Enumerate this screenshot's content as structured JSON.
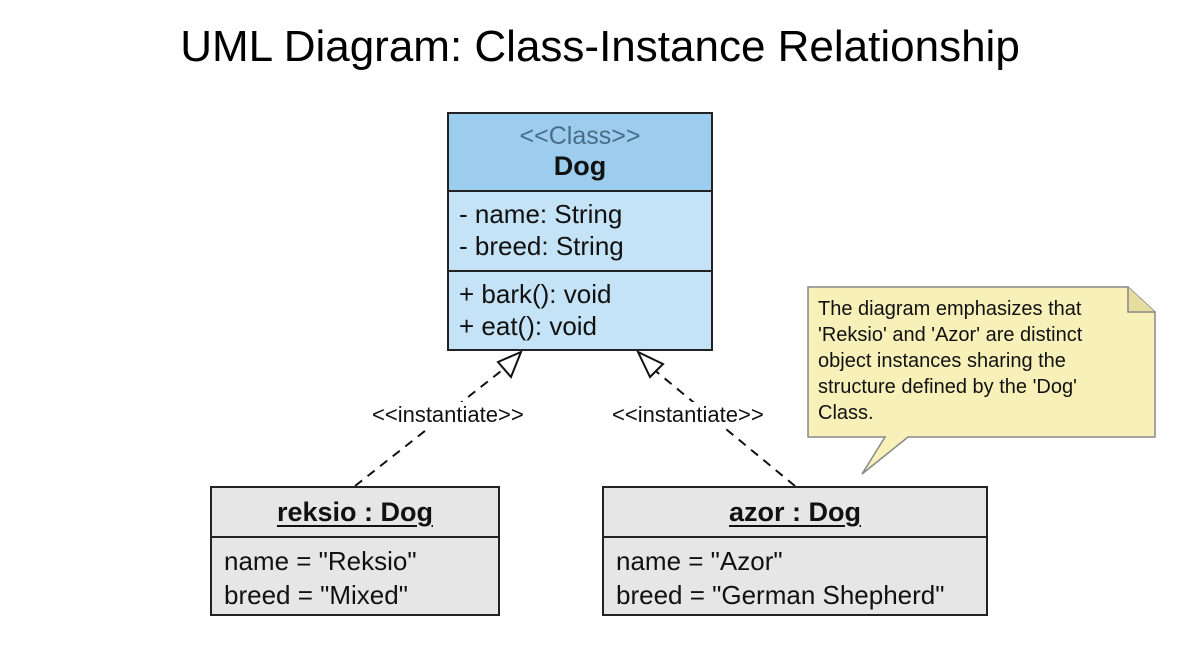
{
  "title": "UML Diagram: Class-Instance Relationship",
  "class": {
    "stereotype": "<<Class>>",
    "name": "Dog",
    "attributes": [
      "- name: String",
      "- breed: String"
    ],
    "methods": [
      "+ bark(): void",
      "+ eat(): void"
    ]
  },
  "instances": [
    {
      "header": "reksio : Dog",
      "values": [
        "name = \"Reksio\"",
        "breed = \"Mixed\""
      ]
    },
    {
      "header": "azor : Dog",
      "values": [
        "name = \"Azor\"",
        "breed = \"German Shepherd\""
      ]
    }
  ],
  "relations": [
    {
      "from": "reksio : Dog",
      "to": "Dog",
      "label": "<<instantiate>>"
    },
    {
      "from": "azor : Dog",
      "to": "Dog",
      "label": "<<instantiate>>"
    }
  ],
  "note": {
    "text": "The diagram emphasizes that 'Reksio' and 'Azor' are distinct object instances sharing the structure defined by the 'Dog' Class."
  },
  "colors": {
    "class_header": "#9ccdee",
    "class_body": "#c5e3f6",
    "instance_fill": "#e6e6e6",
    "note_fill": "#f7f0b8"
  }
}
